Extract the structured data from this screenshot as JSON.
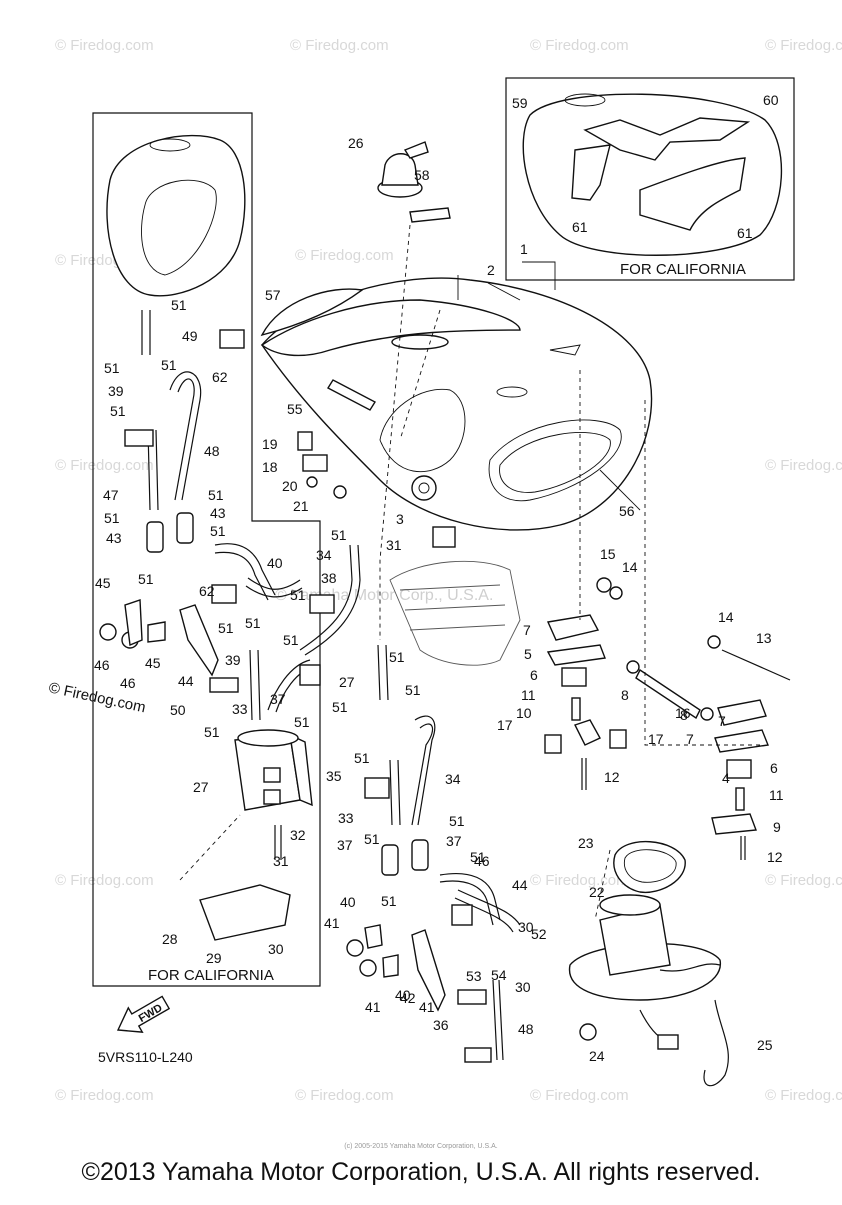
{
  "diagram": {
    "code": "5VRS110-L240",
    "california_left": "FOR CALIFORNIA",
    "california_inset": "FOR CALIFORNIA",
    "fwd": "FWD",
    "watermark_center": "© Yamaha Motor Corp., U.S.A.",
    "watermark_side": "© Firedog.com",
    "watermark_tile": "© Firedog.com",
    "small_copyright": "(c) 2005-2015 Yamaha Motor Corporation, U.S.A."
  },
  "footer": {
    "copyright": "©2013 Yamaha Motor Corporation, U.S.A. All rights reserved."
  },
  "callouts": [
    {
      "n": "1"
    },
    {
      "n": "2"
    },
    {
      "n": "3"
    },
    {
      "n": "4"
    },
    {
      "n": "5"
    },
    {
      "n": "6"
    },
    {
      "n": "6"
    },
    {
      "n": "7"
    },
    {
      "n": "7"
    },
    {
      "n": "7"
    },
    {
      "n": "8"
    },
    {
      "n": "8"
    },
    {
      "n": "9"
    },
    {
      "n": "10"
    },
    {
      "n": "11"
    },
    {
      "n": "11"
    },
    {
      "n": "12"
    },
    {
      "n": "12"
    },
    {
      "n": "13"
    },
    {
      "n": "14"
    },
    {
      "n": "14"
    },
    {
      "n": "15"
    },
    {
      "n": "16"
    },
    {
      "n": "17"
    },
    {
      "n": "17"
    },
    {
      "n": "18"
    },
    {
      "n": "19"
    },
    {
      "n": "20"
    },
    {
      "n": "21"
    },
    {
      "n": "22"
    },
    {
      "n": "23"
    },
    {
      "n": "24"
    },
    {
      "n": "25"
    },
    {
      "n": "26"
    },
    {
      "n": "27"
    },
    {
      "n": "27"
    },
    {
      "n": "28"
    },
    {
      "n": "29"
    },
    {
      "n": "30"
    },
    {
      "n": "30"
    },
    {
      "n": "30"
    },
    {
      "n": "31"
    },
    {
      "n": "31"
    },
    {
      "n": "32"
    },
    {
      "n": "33"
    },
    {
      "n": "33"
    },
    {
      "n": "34"
    },
    {
      "n": "34"
    },
    {
      "n": "35"
    },
    {
      "n": "36"
    },
    {
      "n": "37"
    },
    {
      "n": "37"
    },
    {
      "n": "37"
    },
    {
      "n": "38"
    },
    {
      "n": "39"
    },
    {
      "n": "39"
    },
    {
      "n": "40"
    },
    {
      "n": "40"
    },
    {
      "n": "40"
    },
    {
      "n": "41"
    },
    {
      "n": "41"
    },
    {
      "n": "41"
    },
    {
      "n": "42"
    },
    {
      "n": "43"
    },
    {
      "n": "43"
    },
    {
      "n": "44"
    },
    {
      "n": "44"
    },
    {
      "n": "45"
    },
    {
      "n": "45"
    },
    {
      "n": "46"
    },
    {
      "n": "46"
    },
    {
      "n": "46"
    },
    {
      "n": "47"
    },
    {
      "n": "48"
    },
    {
      "n": "48"
    },
    {
      "n": "49"
    },
    {
      "n": "50"
    },
    {
      "n": "51"
    },
    {
      "n": "51"
    },
    {
      "n": "51"
    },
    {
      "n": "51"
    },
    {
      "n": "51"
    },
    {
      "n": "51"
    },
    {
      "n": "51"
    },
    {
      "n": "51"
    },
    {
      "n": "51"
    },
    {
      "n": "51"
    },
    {
      "n": "51"
    },
    {
      "n": "51"
    },
    {
      "n": "51"
    },
    {
      "n": "51"
    },
    {
      "n": "51"
    },
    {
      "n": "51"
    },
    {
      "n": "51"
    },
    {
      "n": "51"
    },
    {
      "n": "51"
    },
    {
      "n": "51"
    },
    {
      "n": "51"
    },
    {
      "n": "51"
    },
    {
      "n": "51"
    },
    {
      "n": "52"
    },
    {
      "n": "53"
    },
    {
      "n": "54"
    },
    {
      "n": "55"
    },
    {
      "n": "56"
    },
    {
      "n": "57"
    },
    {
      "n": "58"
    },
    {
      "n": "59"
    },
    {
      "n": "60"
    },
    {
      "n": "61"
    },
    {
      "n": "61"
    },
    {
      "n": "62"
    },
    {
      "n": "62"
    }
  ]
}
